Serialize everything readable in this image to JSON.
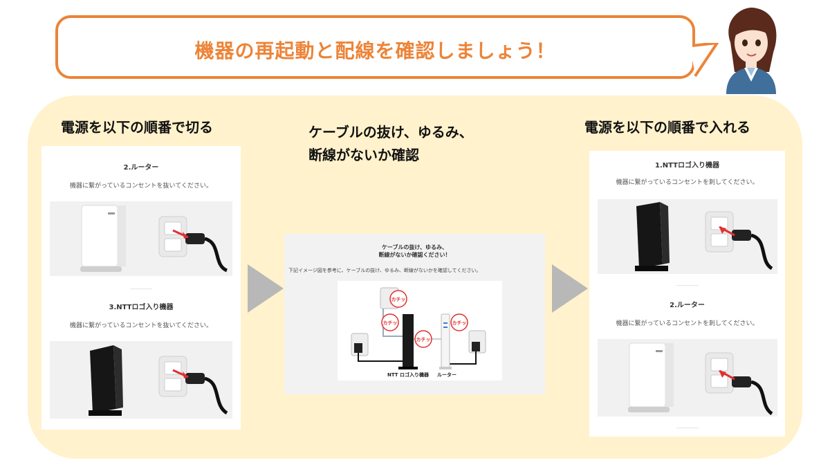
{
  "banner": {
    "title": "機器の再起動と配線を確認しましょう！"
  },
  "col_left": {
    "heading": "電源を以下の順番で切る",
    "steps": [
      {
        "title": "2.ルーター",
        "text": "機器に繋がっているコンセントを抜いてください。"
      },
      {
        "title": "3.NTTロゴ入り機器",
        "text": "機器に繋がっているコンセントを抜いてください。"
      }
    ]
  },
  "col_middle": {
    "heading_line1": "ケーブルの抜け、ゆるみ、",
    "heading_line2": "断線がないか確認",
    "card_title_line1": "ケーブルの抜け、ゆるみ、",
    "card_title_line2": "断線がないか確認ください！",
    "card_text": "下記イメージ図を参考に、ケーブルの抜け、ゆるみ、断線がないかを確認してください。",
    "diagram": {
      "click_label": "カチッ",
      "device_ntt": "NTT ロゴ入り機器",
      "device_router": "ルーター"
    }
  },
  "col_right": {
    "heading": "電源を以下の順番で入れる",
    "steps": [
      {
        "title": "1.NTTロゴ入り機器",
        "text": "機器に繋がっているコンセントを刺してください。"
      },
      {
        "title": "2.ルーター",
        "text": "機器に繋がっているコンセントを刺してください。"
      }
    ]
  },
  "colors": {
    "accent": "#ec8438",
    "panel": "#fff2cc",
    "arrow": "#b8b8b8",
    "click_red": "#e03030"
  },
  "icons": [
    "router-white-icon",
    "ntt-device-black-icon",
    "wall-outlet-icon",
    "power-plug-icon",
    "arrow-right-icon",
    "avatar-woman-icon"
  ]
}
